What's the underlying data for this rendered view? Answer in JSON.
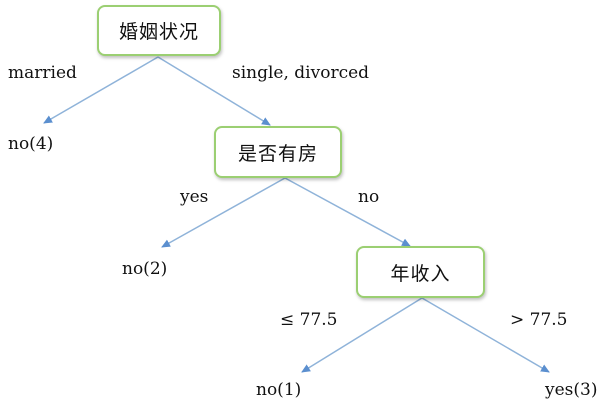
{
  "nodes": {
    "root": "婚姻状况",
    "house": "是否有房",
    "income": "年收入"
  },
  "edges": {
    "married": "married",
    "single_divorced": "single, divorced",
    "yes": "yes",
    "no": "no",
    "le": "≤ 77.5",
    "gt": "> 77.5"
  },
  "leaves": {
    "no4": "no(4)",
    "no2": "no(2)",
    "no1": "no(1)",
    "yes3": "yes(3)"
  },
  "colors": {
    "node_border": "#9bcf72",
    "edge_line": "#8fb3d9",
    "arrow_head": "#5b8fcf"
  }
}
